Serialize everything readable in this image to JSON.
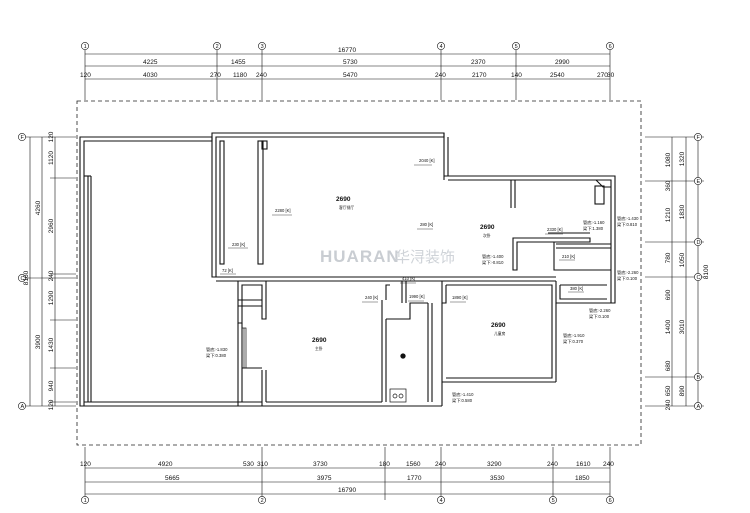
{
  "dimensions": {
    "top_total": "16770",
    "top_row1": [
      "4225",
      "1455",
      "5730",
      "2370",
      "2990"
    ],
    "top_row2": [
      "120",
      "4030",
      "270",
      "1180",
      "240",
      "5470",
      "240",
      "2170",
      "140",
      "2540",
      "270",
      "30"
    ],
    "bottom_total": "16790",
    "bottom_row1": [
      "120",
      "4920",
      "530",
      "310",
      "3730",
      "180",
      "1560",
      "240",
      "3290",
      "240",
      "1610",
      "240"
    ],
    "bottom_row2": [
      "5665",
      "3975",
      "1770",
      "3530",
      "1850"
    ],
    "left_total": "8160",
    "left_row1": [
      "4260",
      "3900"
    ],
    "left_row2": [
      "120",
      "1120",
      "2960",
      "240",
      "1290",
      "1430",
      "940",
      "120"
    ],
    "right_total": "8100",
    "right_row1": [
      "1320",
      "1830",
      "1050",
      "3010",
      "890"
    ],
    "right_row2": [
      "1080",
      "360",
      "1210",
      "780",
      "690",
      "1400",
      "680",
      "650",
      "240"
    ]
  },
  "axes": {
    "vertical": [
      "1",
      "2",
      "3",
      "4",
      "5",
      "6"
    ],
    "horizontal": [
      "F",
      "E",
      "D",
      "C",
      "B",
      "A"
    ]
  },
  "rooms": [
    {
      "height": "2690",
      "name": "客厅餐厅"
    },
    {
      "height": "2690",
      "name": "主卧"
    },
    {
      "height": "2690",
      "name": "次卧"
    },
    {
      "height": "2690",
      "name": "儿童房"
    }
  ],
  "annotations": {
    "a1": "2040 [K]",
    "a2": "2280 [K]",
    "a3": "230 [K]",
    "a4": "72 [K]",
    "a5": "280 [K]",
    "a6": "240 [K]",
    "a7": "1990 [K]",
    "a8": "410 [K]",
    "a9": "1890 [K]",
    "a10": "2330 [K]",
    "a11": "210 [K]",
    "a12": "380 [K]",
    "lv1": "管底:-1.160",
    "lv1b": "梁下:1.380",
    "lv2": "管底:-1.430",
    "lv2b": "梁下:0.810",
    "lv3": "管底:-1.400",
    "lv3b": "梁下:-0.810",
    "lv4": "管底:-2.260",
    "lv4b": "梁下:0.100",
    "lv5": "管底:-2.260",
    "lv5b": "梁下:0.100",
    "lv6": "管底:-1.910",
    "lv6b": "梁下:0.370",
    "lv7": "管底:-1.830",
    "lv7b": "梁下:0.380",
    "lv8": "管底:-1.410",
    "lv8b": "梁下:0.580"
  },
  "watermark": {
    "latin": "HUARAN",
    "cn": "华浔装饰"
  }
}
